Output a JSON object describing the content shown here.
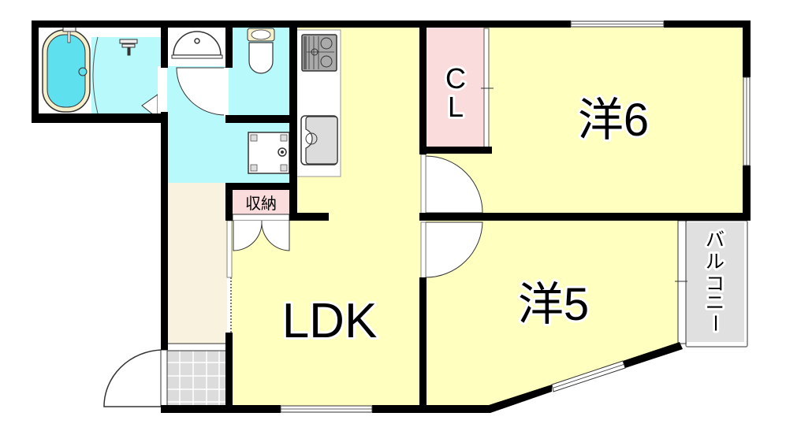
{
  "floor_plan": {
    "rooms": [
      {
        "id": "ldk",
        "label": "LDK"
      },
      {
        "id": "western6",
        "label": "洋6"
      },
      {
        "id": "western5",
        "label": "洋5"
      },
      {
        "id": "closet",
        "label_top": "C",
        "label_bottom": "L"
      },
      {
        "id": "storage",
        "label": "収納"
      },
      {
        "id": "balcony",
        "label": "バルコニー",
        "chars": [
          "バ",
          "ル",
          "コ",
          "ニ",
          "ー"
        ]
      }
    ],
    "colors": {
      "room_fill": "#ffffc0",
      "wet_area_fill": "#b8fafc",
      "closet_fill": "#fadcdc",
      "hall_fill": "#f8f2de",
      "entrance_tile": "#dcdcdc",
      "balcony_fill": "#e0e0e0",
      "wall": "#000000"
    }
  }
}
